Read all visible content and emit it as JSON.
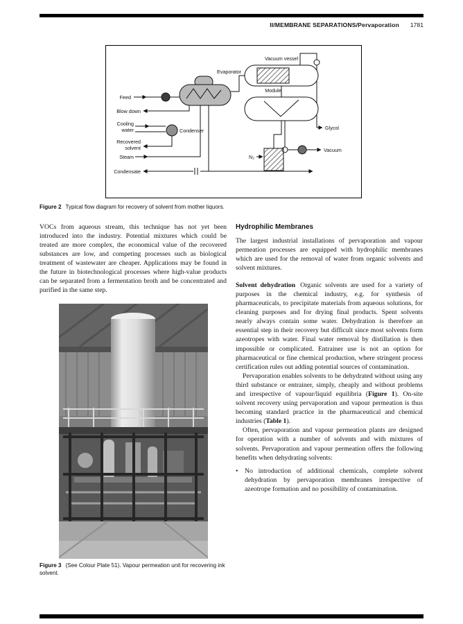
{
  "header": {
    "title": "II/MEMBRANE SEPARATIONS/Pervaporation",
    "page_number": "1781"
  },
  "figure2": {
    "caption_label": "Figure 2",
    "caption_text": "Typical flow diagram for recovery of solvent from mother liquors.",
    "labels": {
      "vacuum_vessel": "Vacuum vessel",
      "module": "Module",
      "evaporator": "Evaporator",
      "feed": "Feed",
      "blow_down": "Blow down",
      "cooling_1": "Cooling",
      "cooling_2": "water",
      "condenser": "Condenser",
      "recovered_1": "Recovered",
      "recovered_2": "solvent",
      "steam": "Steam",
      "condensate": "Condensate",
      "glycol": "Glycol",
      "vacuum": "Vacuum",
      "n2": "N₂"
    }
  },
  "left_column": {
    "paragraph": "VOCs from aqueous stream, this technique has not yet been introduced into the industry. Potential mixtures which could be treated are more complex, the economical value of the recovered substances are low, and competing processes such as biological treatment of wastewater are cheaper. Applications may be found in the future in biotechnological processes where high-value products can be separated from a fermentation broth and be concentrated and purified in the same step.",
    "figure3_caption_label": "Figure 3",
    "figure3_caption_text": "(See Colour Plate 51). Vapour permeation unit for recovering ink solvent."
  },
  "right_column": {
    "heading": "Hydrophilic Membranes",
    "para1": "The largest industrial installations of pervaporation and vapour permeation processes are equipped with hydrophilic membranes which are used for the removal of water from organic solvents and solvent mixtures.",
    "solvent_dehydration_heading": "Solvent dehydration",
    "para2": "Organic solvents are used for a variety of purposes in the chemical industry, e.g. for synthesis of pharmaceuticals, to precipitate materials from aqueous solutions, for cleaning purposes and for drying final products. Spent solvents nearly always contain some water. Dehydration is therefore an essential step in their recovery but difficult since most solvents form azeotropes with water. Final water removal by distillation is then impossible or complicated. Entrainer use is not an option for pharmaceutical or fine chemical production, where stringent process certification rules out adding potential sources of contamination.",
    "para3": {
      "a": "Pervaporation enables solvents to be dehydrated without using any third substance or entrainer, simply, cheaply and without problems and irrespective of vapour/liquid equilibria (",
      "fig_ref": "Figure 1",
      "b": "). On-site solvent recovery using pervaporation and vapour permeation is thus becoming standard practice in the pharmaceutical and chemical industries (",
      "table_ref": "Table 1",
      "c": ")."
    },
    "para4": "Often, pervaporation and vapour permeation plants are designed for operation with a number of solvents and with mixtures of solvents. Pervaporation and vapour permeation offers the following benefits when dehydrating solvents:",
    "bullet_glyph": "•",
    "bullet1": "No introduction of additional chemicals, complete solvent dehydration by pervaporation membranes irrespective of azeotrope formation and no possibility of contamination."
  }
}
